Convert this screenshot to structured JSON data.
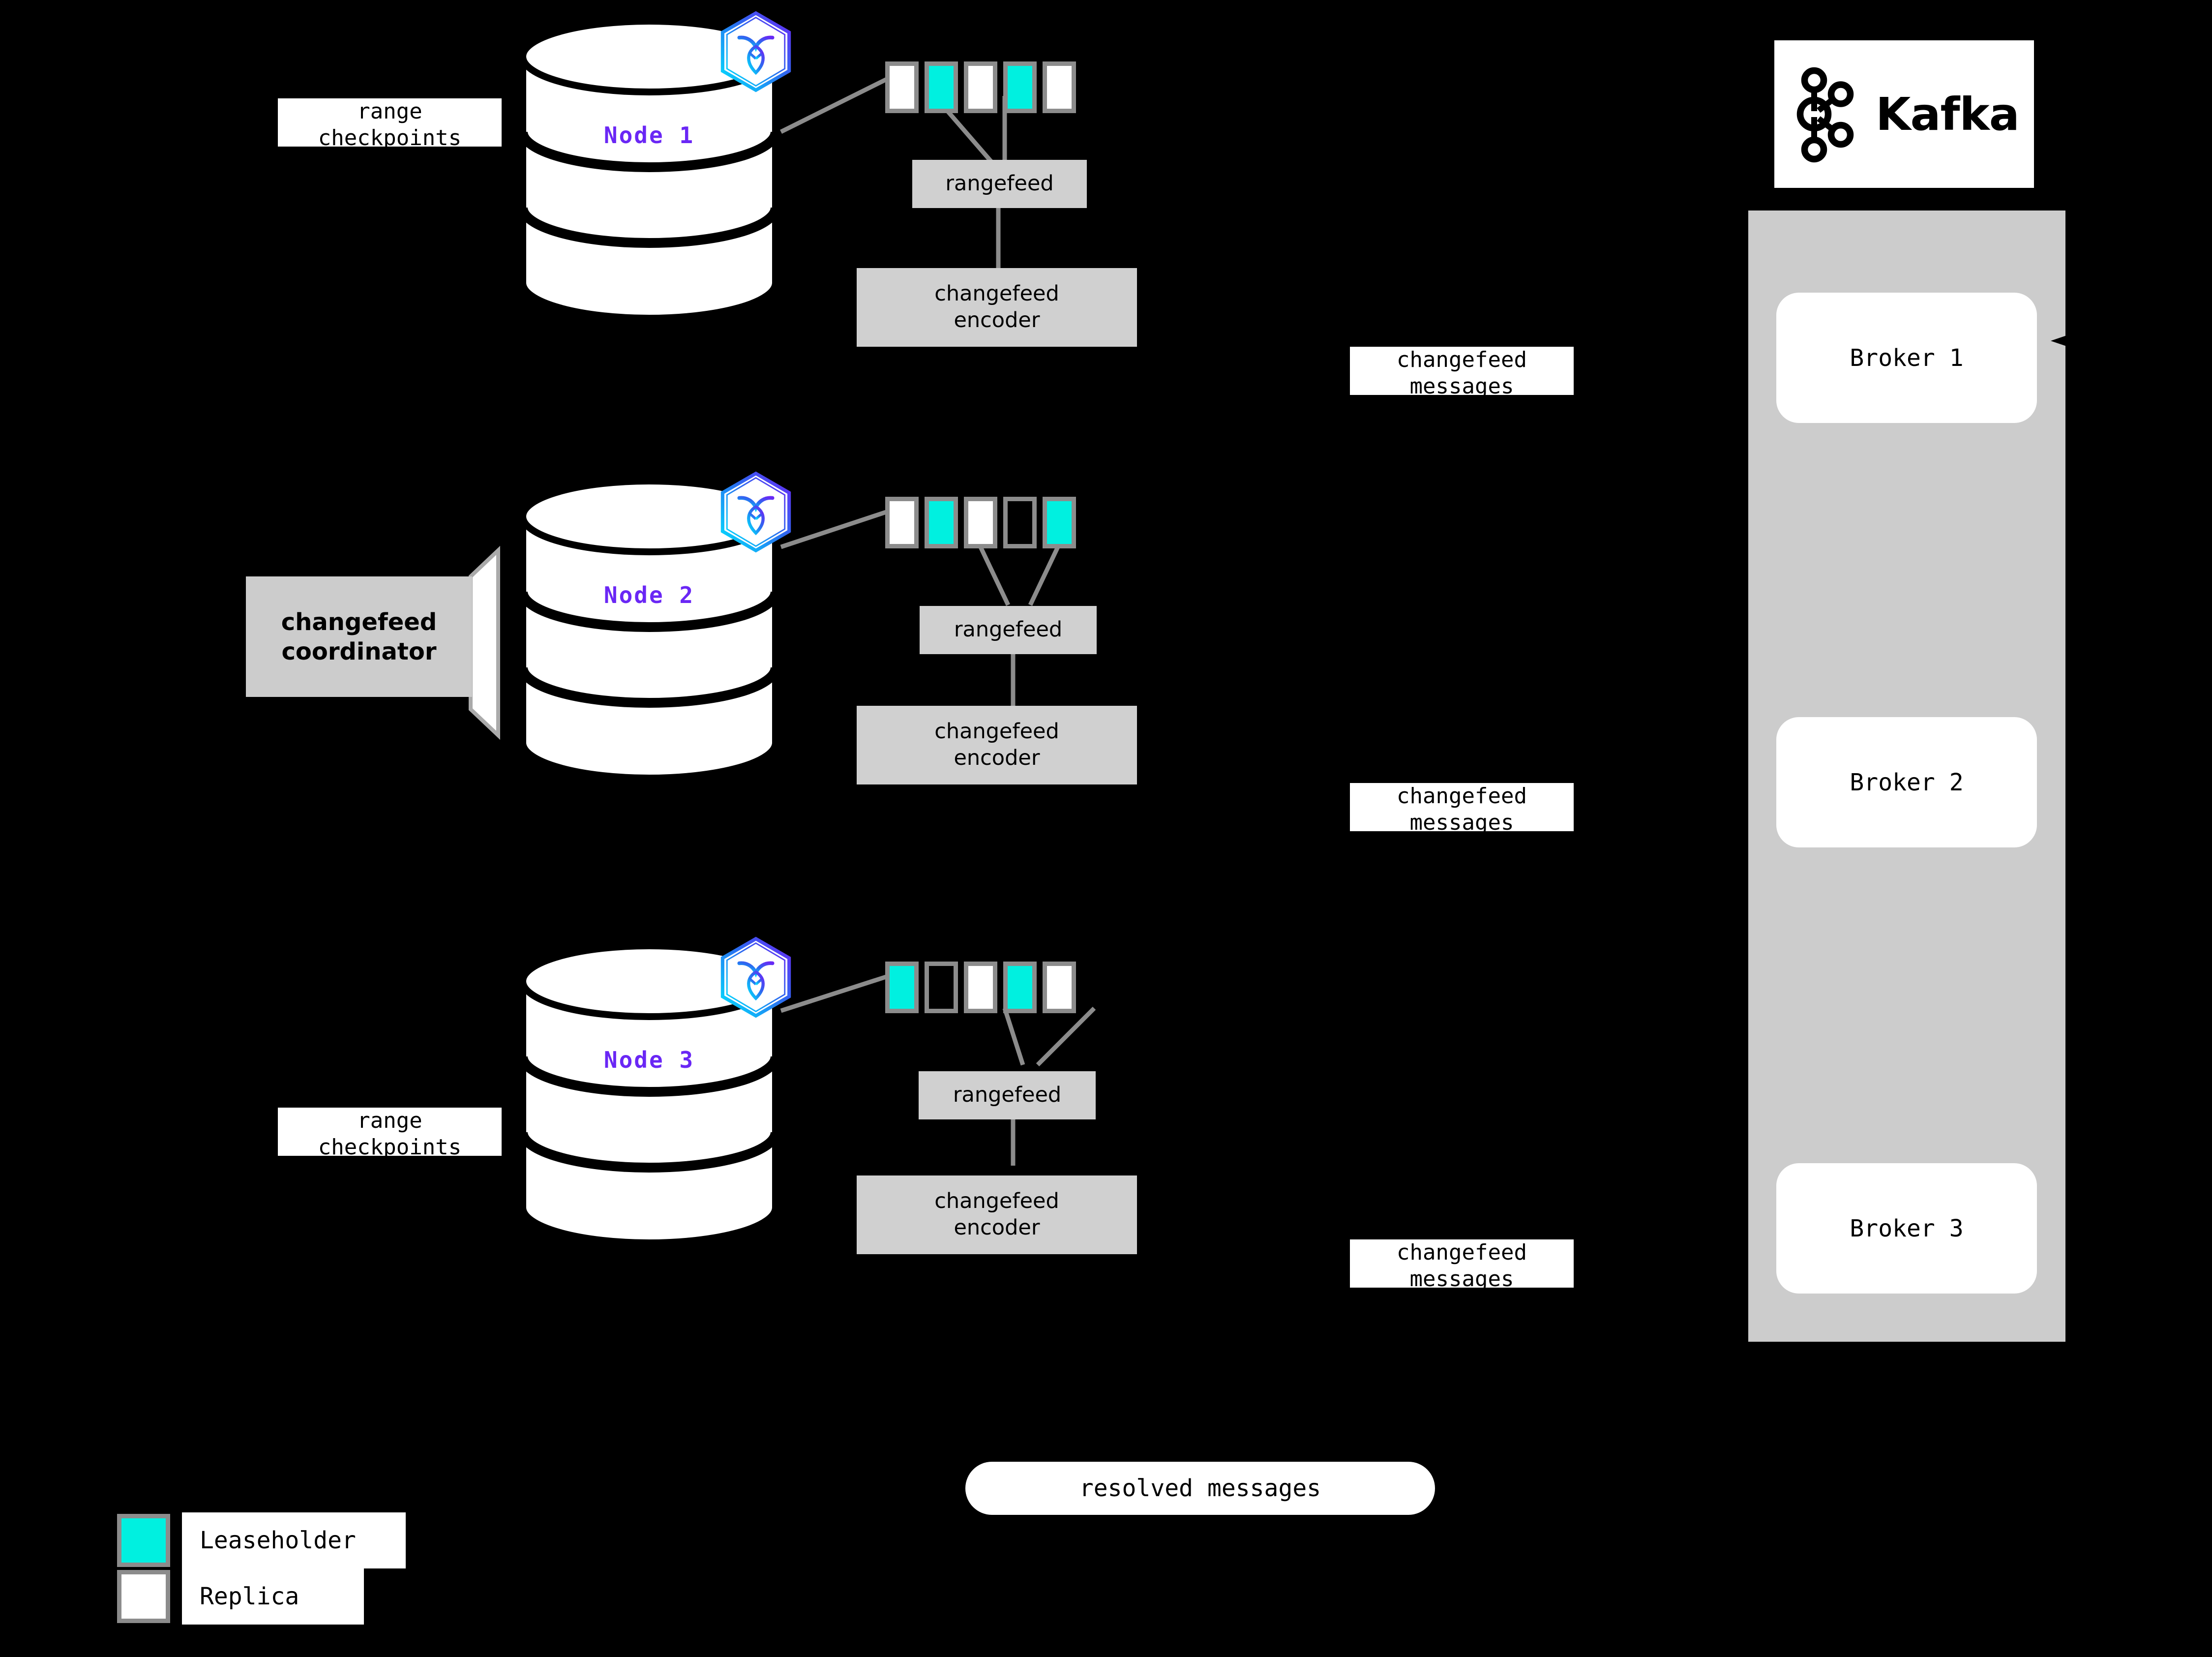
{
  "diagram": {
    "title": "CockroachDB changefeed to Kafka architecture",
    "background_color": "#000000",
    "accent_purple": "#6a27f5",
    "leaseholder_color": "#00f0e0",
    "replica_color": "#ffffff",
    "process_box_color": "#d0d0d0",
    "panel_color": "#cccccc",
    "wire_color": "#8c8c8c"
  },
  "nodes": [
    {
      "id": "node-1",
      "label": "Node 1",
      "badge_icon": "cockroachdb-hexagon-icon",
      "ranges": [
        {
          "kind": "replica"
        },
        {
          "kind": "leaseholder"
        },
        {
          "kind": "replica"
        },
        {
          "kind": "leaseholder"
        },
        {
          "kind": "replica"
        }
      ],
      "rangefeed_label": "rangefeed",
      "encoder_label_line1": "changefeed",
      "encoder_label_line2": "encoder",
      "side_label_line1": "range",
      "side_label_line2": "checkpoints",
      "side_label_present": true,
      "coordinator_present": false,
      "messages_label_line1": "changefeed",
      "messages_label_line2": "messages"
    },
    {
      "id": "node-2",
      "label": "Node 2",
      "badge_icon": "cockroachdb-hexagon-icon",
      "ranges": [
        {
          "kind": "replica"
        },
        {
          "kind": "leaseholder"
        },
        {
          "kind": "replica"
        },
        {
          "kind": "empty"
        },
        {
          "kind": "leaseholder"
        }
      ],
      "rangefeed_label": "rangefeed",
      "encoder_label_line1": "changefeed",
      "encoder_label_line2": "encoder",
      "side_label_line1": "",
      "side_label_line2": "",
      "side_label_present": false,
      "coordinator_present": true,
      "coordinator_line1": "changefeed",
      "coordinator_line2": "coordinator",
      "messages_label_line1": "changefeed",
      "messages_label_line2": "messages"
    },
    {
      "id": "node-3",
      "label": "Node 3",
      "badge_icon": "cockroachdb-hexagon-icon",
      "ranges": [
        {
          "kind": "leaseholder"
        },
        {
          "kind": "empty"
        },
        {
          "kind": "replica"
        },
        {
          "kind": "leaseholder"
        },
        {
          "kind": "replica"
        }
      ],
      "rangefeed_label": "rangefeed",
      "encoder_label_line1": "changefeed",
      "encoder_label_line2": "encoder",
      "side_label_line1": "range",
      "side_label_line2": "checkpoints",
      "side_label_present": true,
      "coordinator_present": false,
      "messages_label_line1": "changefeed",
      "messages_label_line2": "messages"
    }
  ],
  "kafka": {
    "logo_word": "Kafka",
    "logo_icon": "kafka-logo-icon",
    "brokers": [
      {
        "label": "Broker 1"
      },
      {
        "label": "Broker 2"
      },
      {
        "label": "Broker 3"
      }
    ]
  },
  "resolved": {
    "label": "resolved messages"
  },
  "legend": {
    "items": [
      {
        "swatch": "leaseholder",
        "label": "Leaseholder"
      },
      {
        "swatch": "replica",
        "label": "Replica"
      }
    ]
  }
}
